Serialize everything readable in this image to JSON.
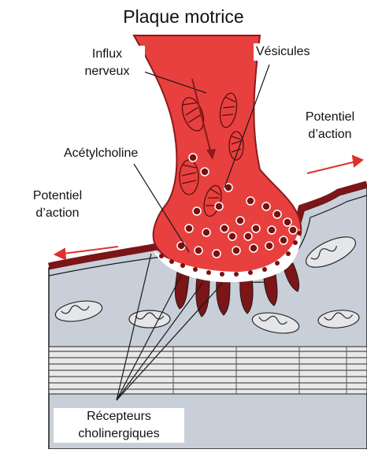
{
  "title": "Plaque motrice",
  "labels": {
    "influx_line1": "Influx",
    "influx_line2": "nerveux",
    "vesicules": "Vésicules",
    "acetylcholine": "Acétylcholine",
    "potentiel_right_line1": "Potentiel",
    "potentiel_right_line2": "d’action",
    "potentiel_left_line1": "Potentiel",
    "potentiel_left_line2": "d’action",
    "recepteurs_line1": "Récepteurs",
    "recepteurs_line2": "cholinergiques"
  },
  "colors": {
    "axon_fill": "#e8403f",
    "axon_outline": "#8b1a1a",
    "vesicle": "#7a1010",
    "membrane_dark": "#7b1518",
    "muscle_fill": "#c9cfd8",
    "fibril_light": "#f4f4f4",
    "arrow_red": "#e0302a",
    "label_line": "#1a1a1a"
  },
  "icons": {
    "terminal": "axon-terminal-shape",
    "mitochondria": "mitochondrion-icon",
    "arrows": "arrow-right-icon"
  }
}
